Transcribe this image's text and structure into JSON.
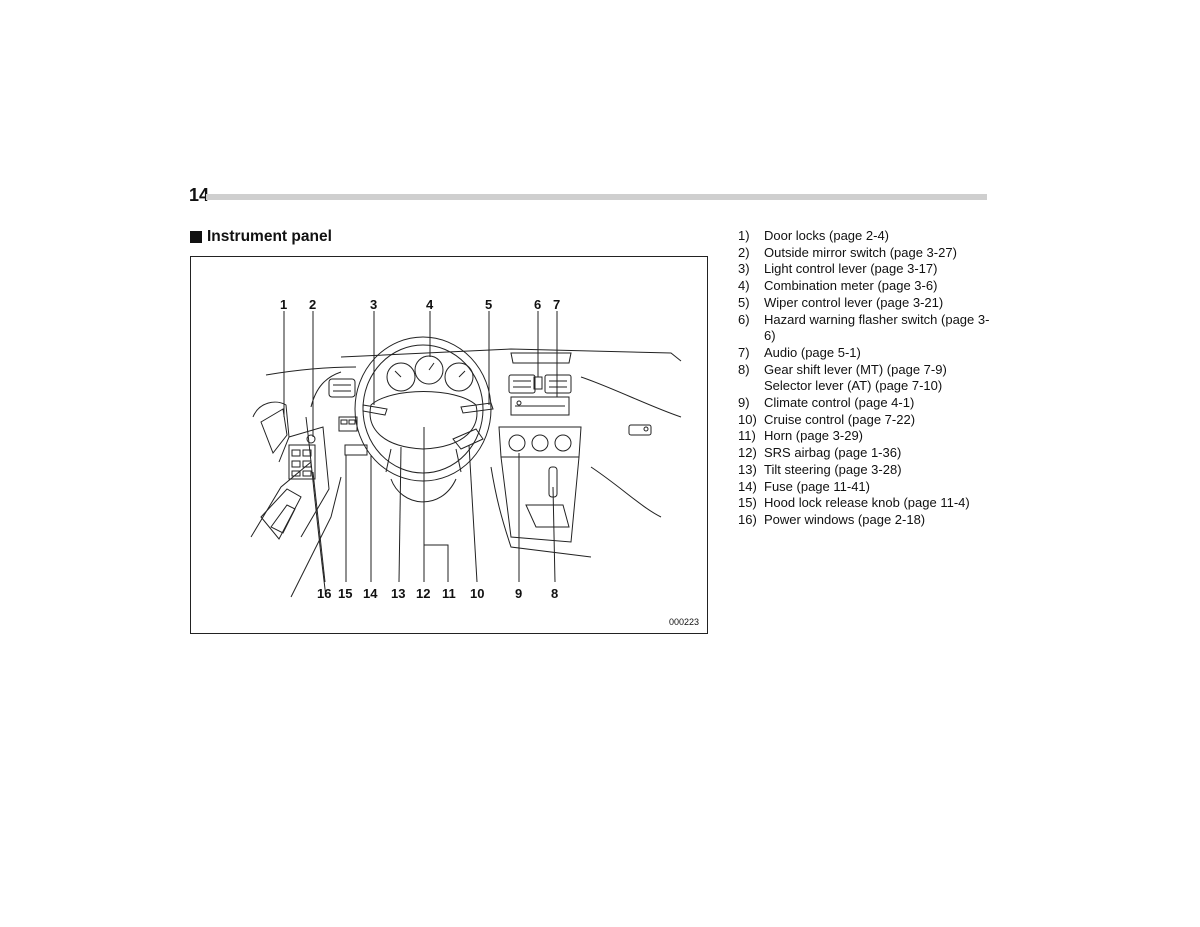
{
  "page": {
    "number": "14"
  },
  "section": {
    "title": "Instrument panel"
  },
  "figure": {
    "code": "000223",
    "top_callouts": [
      "1",
      "2",
      "3",
      "4",
      "5",
      "6",
      "7"
    ],
    "bottom_callouts": [
      "16",
      "15",
      "14",
      "13",
      "12",
      "11",
      "10",
      "9",
      "8"
    ]
  },
  "legend": [
    {
      "num": "1)",
      "text": "Door locks (page 2-4)"
    },
    {
      "num": "2)",
      "text": "Outside mirror switch (page 3-27)"
    },
    {
      "num": "3)",
      "text": "Light control lever (page 3-17)"
    },
    {
      "num": "4)",
      "text": "Combination meter (page 3-6)"
    },
    {
      "num": "5)",
      "text": "Wiper control lever (page 3-21)"
    },
    {
      "num": "6)",
      "text": "Hazard warning flasher switch (page 3-6)"
    },
    {
      "num": "7)",
      "text": "Audio (page 5-1)"
    },
    {
      "num": "8)",
      "text": "Gear shift lever (MT) (page 7-9) Selector lever (AT) (page 7-10)"
    },
    {
      "num": "9)",
      "text": "Climate control (page 4-1)"
    },
    {
      "num": "10)",
      "text": "Cruise control (page 7-22)"
    },
    {
      "num": "11)",
      "text": "Horn (page 3-29)"
    },
    {
      "num": "12)",
      "text": "SRS airbag (page 1-36)"
    },
    {
      "num": "13)",
      "text": "Tilt steering (page 3-28)"
    },
    {
      "num": "14)",
      "text": "Fuse (page 11-41)"
    },
    {
      "num": "15)",
      "text": "Hood lock release knob (page 11-4)"
    },
    {
      "num": "16)",
      "text": "Power windows (page 2-18)"
    }
  ]
}
